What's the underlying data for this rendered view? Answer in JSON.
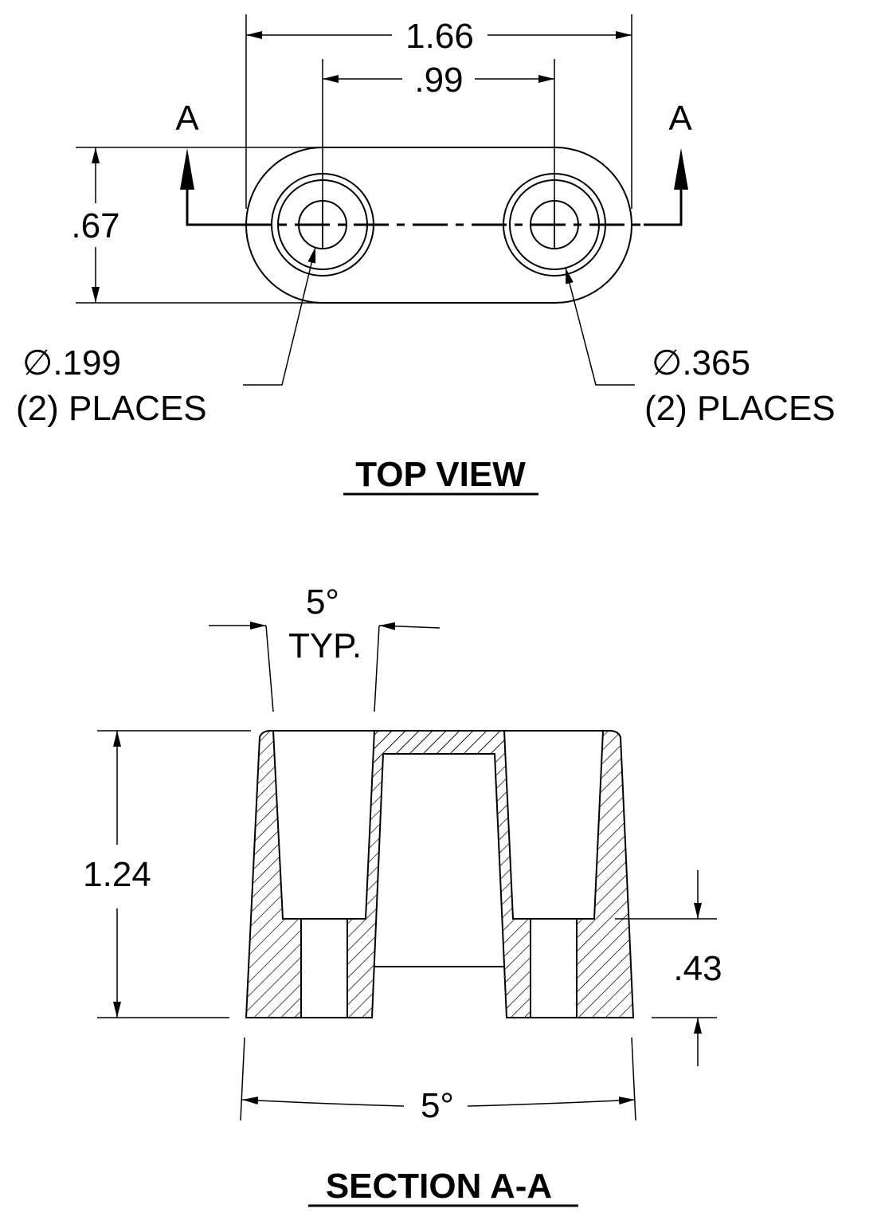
{
  "top_view": {
    "title": "TOP VIEW",
    "overall_length": "1.66",
    "hole_spacing": ".99",
    "width": ".67",
    "section_left": "A",
    "section_right": "A",
    "hole_small": {
      "symbol": "∅",
      "value": ".199",
      "qty": "(2) PLACES"
    },
    "hole_large": {
      "symbol": "∅",
      "value": ".365",
      "qty": "(2) PLACES"
    }
  },
  "section_view": {
    "title": "SECTION A-A",
    "taper_angle": "5°",
    "taper_note": "TYP.",
    "height": "1.24",
    "counterbore_depth": ".43",
    "bottom_angle": "5°"
  },
  "colors": {
    "line": "#000000",
    "background": "#ffffff"
  }
}
